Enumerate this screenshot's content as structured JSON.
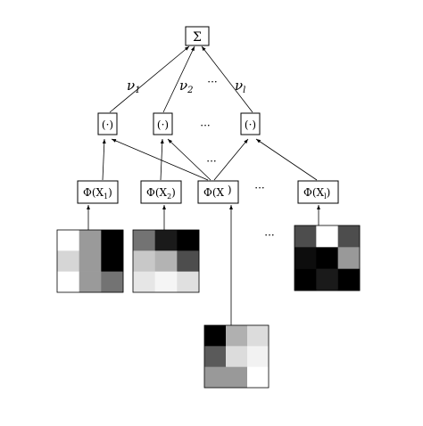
{
  "sum": {
    "label": "Σ"
  },
  "weights": [
    {
      "base": "ν",
      "sub": "1"
    },
    {
      "base": "ν",
      "sub": "2"
    },
    {
      "base": "ν",
      "sub": "l"
    }
  ],
  "ellipsis": "···",
  "kernels": [
    {
      "label": "(·)"
    },
    {
      "label": "(·)"
    },
    {
      "label": "(·)"
    }
  ],
  "features": [
    {
      "base": "Φ(X",
      "sub": "1",
      "close": ")"
    },
    {
      "base": "Φ(X",
      "sub": "2",
      "close": ")"
    },
    {
      "base": "Φ(X",
      "sub": "",
      "close": " )"
    },
    {
      "base": "Φ(X",
      "sub": "l",
      "close": ")"
    }
  ],
  "images": [
    {
      "grid": [
        [
          "#ffffff",
          "#9a9a9a",
          "#000000"
        ],
        [
          "#d6d6d6",
          "#9a9a9a",
          "#000000"
        ],
        [
          "#ffffff",
          "#9a9a9a",
          "#737373"
        ]
      ]
    },
    {
      "grid": [
        [
          "#737373",
          "#1a1a1a",
          "#000000"
        ],
        [
          "#c8c8c8",
          "#b3b3b3",
          "#4d4d4d"
        ],
        [
          "#e6e6e6",
          "#f5f5f5",
          "#e0e0e0"
        ]
      ]
    },
    {
      "grid": [
        [
          "#000000",
          "#b0b0b0",
          "#dcdcdc"
        ],
        [
          "#5a5a5a",
          "#dcdcdc",
          "#f2f2f2"
        ],
        [
          "#999999",
          "#999999",
          "#ffffff"
        ]
      ]
    },
    {
      "grid": [
        [
          "#4d4d4d",
          "#ffffff",
          "#4d4d4d"
        ],
        [
          "#0d0d0d",
          "#000000",
          "#999999"
        ],
        [
          "#000000",
          "#1a1a1a",
          "#000000"
        ]
      ]
    }
  ]
}
